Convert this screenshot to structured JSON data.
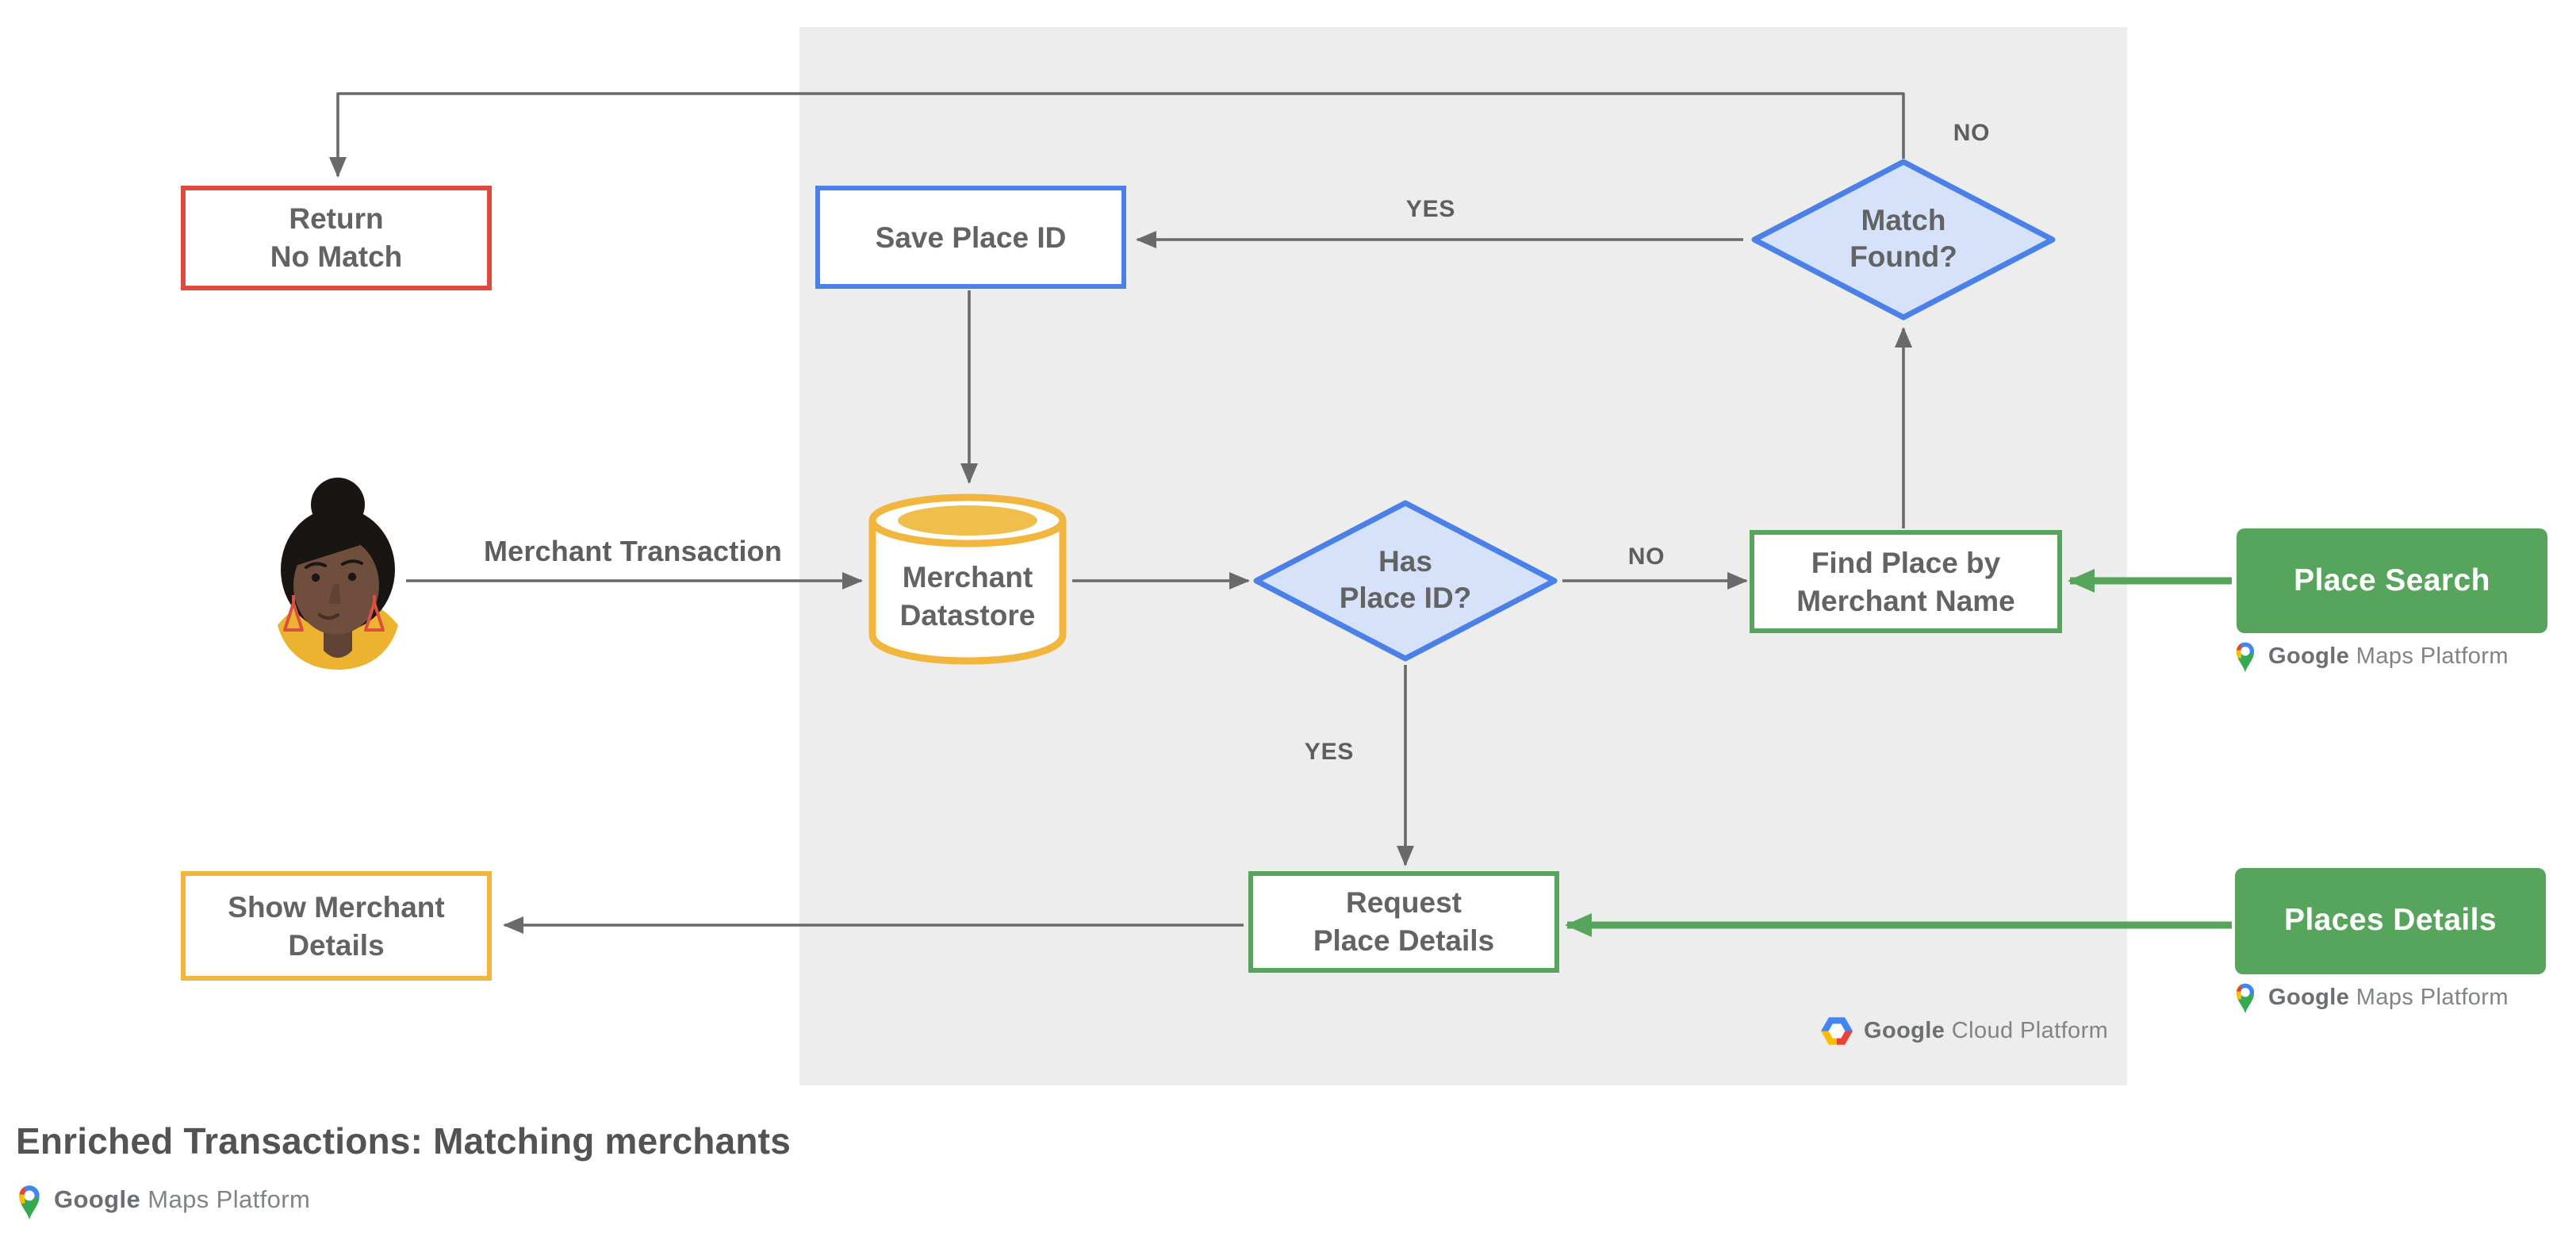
{
  "title": "Enriched Transactions: Matching merchants",
  "colors": {
    "red": "#DC4B3E",
    "blue": "#4A80E8",
    "blue_fill": "#D6E2FA",
    "yellow": "#F2B53D",
    "yellow_fill": "#EFBE4B",
    "green": "#57A55C",
    "arrow": "#6A6A6A",
    "panel": "#EDEDED",
    "text": "#636363",
    "edge_text": "#5E5E5E",
    "title_text": "#535353"
  },
  "nodes": {
    "return_no_match": "Return\nNo Match",
    "save_place_id": "Save Place ID",
    "match_found": "Match\nFound?",
    "merchant_datastore": "Merchant\nDatastore",
    "has_place_id": "Has\nPlace ID?",
    "find_place_by_merchant_name": "Find Place by\nMerchant Name",
    "request_place_details": "Request\nPlace Details",
    "show_merchant_details": "Show Merchant\nDetails",
    "place_search": "Place Search",
    "places_details": "Places Details"
  },
  "edge_labels": {
    "merchant_transaction": "Merchant Transaction",
    "has_place_id_no": "NO",
    "has_place_id_yes": "YES",
    "match_found_yes": "YES",
    "match_found_no": "NO"
  },
  "logos": {
    "gcp_google": "Google",
    "gcp_product": "Cloud Platform",
    "gmp_google": "Google",
    "gmp_product": "Maps Platform"
  }
}
